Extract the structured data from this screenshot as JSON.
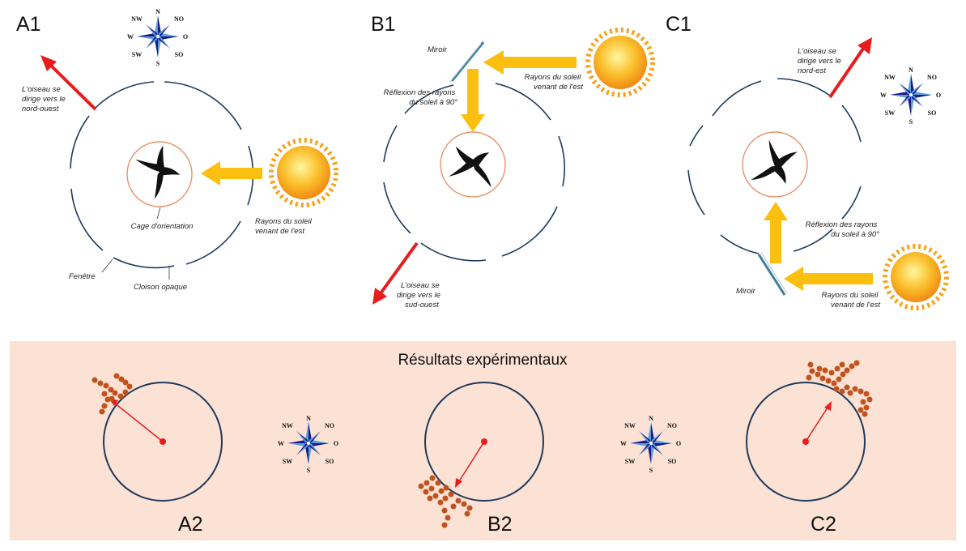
{
  "panels": {
    "a1": {
      "label": "A1",
      "bird_direction": "L'oiseau se dirige vers le nord-ouest",
      "cage_label": "Cage d'orientation",
      "sun_label": "Rayons du soleil venant de l'est",
      "window_label": "Fenêtre",
      "partition_label": "Cloison opaque"
    },
    "b1": {
      "label": "B1",
      "mirror_label": "Miroir",
      "reflection_label": "Réflexion des rayons du soleil à 90°",
      "sun_label": "Rayons du soleil venant de l'est",
      "bird_direction": "L'oiseau se dirige vers le sud-ouest"
    },
    "c1": {
      "label": "C1",
      "bird_direction": "L'oiseau se dirige vers le nord-est",
      "reflection_label": "Réflexion des rayons du soleil à 90°",
      "mirror_label": "Miroir",
      "sun_label": "Rayons du soleil venant de l'est"
    }
  },
  "compass": {
    "n": "N",
    "s": "S",
    "w": "W",
    "o": "O",
    "nw": "NW",
    "no": "NO",
    "sw": "SW",
    "so": "SO"
  },
  "results": {
    "title": "Résultats expérimentaux",
    "a2_label": "A2",
    "b2_label": "B2",
    "c2_label": "C2"
  },
  "colors": {
    "ring": "#1f3a5a",
    "cage": "#e8946a",
    "sun_arrow": "#fbbf0f",
    "bird_arrow": "#e81c1c",
    "dots": "#c2521d",
    "results_bg": "#fbe2d5",
    "compass_dark": "#1a1a8c",
    "compass_light": "#5aa0d8"
  }
}
